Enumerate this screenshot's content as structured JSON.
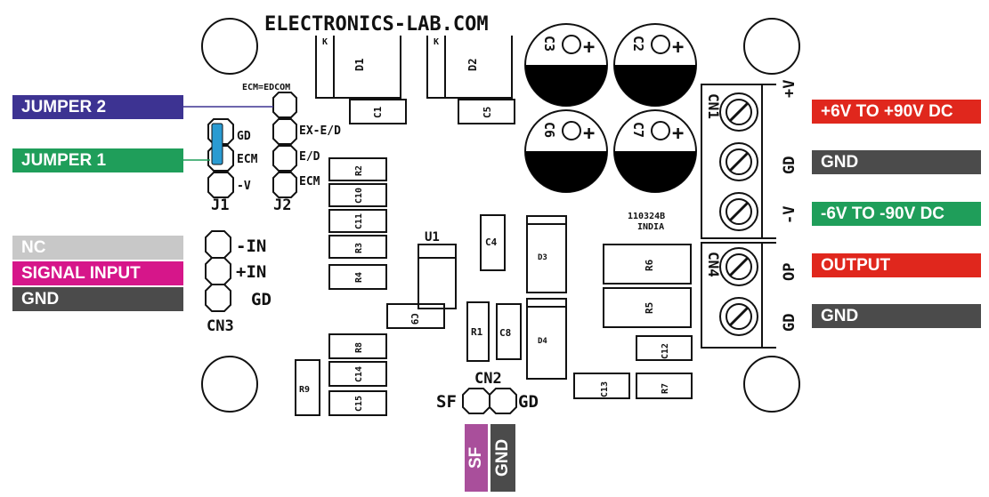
{
  "board": {
    "brand": "ELECTRONICS-LAB.COM",
    "ecm_note": "ECM=EDCOM",
    "date_code": "110324B",
    "origin": "INDIA"
  },
  "components": {
    "d1": "D1",
    "d2": "D2",
    "d3": "D3",
    "d4": "D4",
    "c1": "C1",
    "c2": "C2",
    "c3": "C3",
    "c4": "C4",
    "c5": "C5",
    "c6": "C6",
    "c7": "C7",
    "c8": "C8",
    "c9": "C9",
    "c10": "C10",
    "c11": "C11",
    "c12": "C12",
    "c13": "C13",
    "c14": "C14",
    "c15": "C15",
    "r1": "R1",
    "r2": "R2",
    "r3": "R3",
    "r4": "R4",
    "r5": "R5",
    "r6": "R6",
    "r7": "R7",
    "r8": "R8",
    "r9": "R9",
    "u1": "U1",
    "cathode": "K",
    "plus": "+",
    "minus": "-"
  },
  "jumpers": {
    "j1": "J1",
    "j2": "J2",
    "j1_pins": [
      "GD",
      "ECM",
      "-V"
    ],
    "j2_pins": [
      "EX-E/D",
      "E/D",
      "ECM"
    ]
  },
  "connectors": {
    "cn1": "CN1",
    "cn2": "CN2",
    "cn3": "CN3",
    "cn4": "CN4",
    "cn3_pins": [
      "-IN",
      "+IN",
      "GD"
    ],
    "cn2_left": "SF",
    "cn2_right": "GD",
    "cn1_pins": [
      "+V",
      "GD",
      "-V"
    ],
    "cn4_pins": [
      "OP",
      "GD"
    ]
  },
  "callouts": {
    "jumper2": "JUMPER 2",
    "jumper1": "JUMPER 1",
    "nc": "NC",
    "signal_input": "SIGNAL INPUT",
    "gnd_left": "GND",
    "pos_supply": "+6V TO +90V DC",
    "gnd_supply": "GND",
    "neg_supply": "-6V TO -90V DC",
    "output": "OUTPUT",
    "gnd_output": "GND",
    "sf": "SF",
    "gnd_bottom": "GND"
  },
  "colors": {
    "jumper2": "#3d3392",
    "jumper1": "#1f9e5a",
    "nc": "#c8c8c8",
    "signal_input": "#d6168a",
    "gnd": "#4b4b4b",
    "supply_pos": "#e0271d",
    "supply_neg": "#1f9e5a",
    "output": "#e0271d",
    "sf": "#a94f9b",
    "jumper_shunt": "#2a9bd2"
  }
}
